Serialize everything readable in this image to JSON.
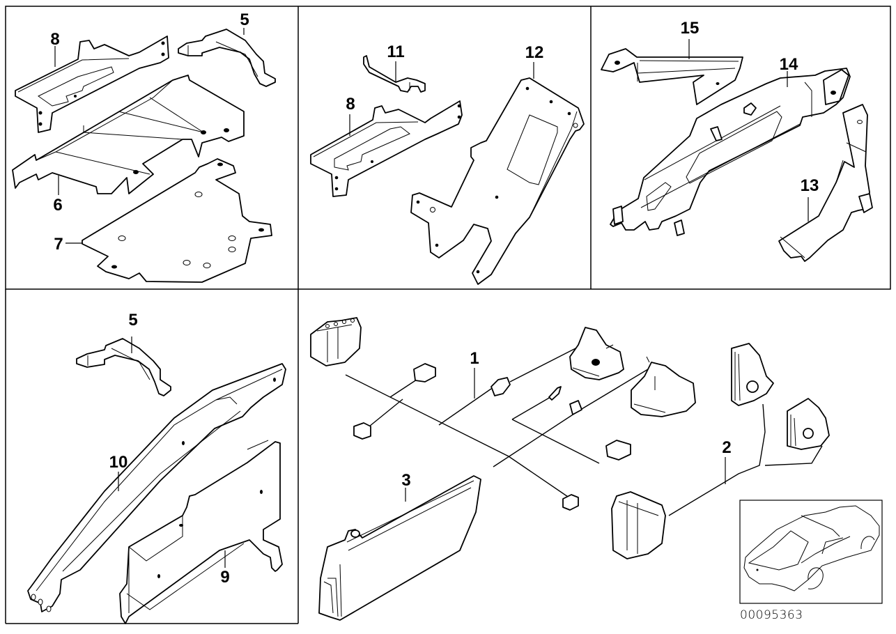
{
  "diagram": {
    "title": "Parts diagram",
    "panels": [
      {
        "id": "panel-top-left",
        "callouts": [
          "8",
          "5",
          "6",
          "7"
        ]
      },
      {
        "id": "panel-top-middle",
        "callouts": [
          "11",
          "12",
          "8"
        ]
      },
      {
        "id": "panel-top-right",
        "callouts": [
          "15",
          "14",
          "13"
        ]
      },
      {
        "id": "panel-bottom-left",
        "callouts": [
          "5",
          "10",
          "9"
        ]
      },
      {
        "id": "panel-bottom-right",
        "callouts": [
          "1",
          "2",
          "3"
        ]
      }
    ],
    "callouts": {
      "tl_8": "8",
      "tl_5": "5",
      "tl_6": "6",
      "tl_7": "7",
      "tm_11": "11",
      "tm_12": "12",
      "tm_8": "8",
      "tr_15": "15",
      "tr_14": "14",
      "tr_13": "13",
      "bl_5": "5",
      "bl_10": "10",
      "bl_9": "9",
      "br_1": "1",
      "br_2": "2",
      "br_3": "3"
    },
    "inset": {
      "icon": "car-locator-icon"
    },
    "caption": "00095363"
  }
}
